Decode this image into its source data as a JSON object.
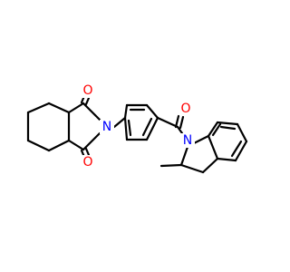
{
  "molecule": {
    "atoms": {
      "O_top": {
        "symbol": "O",
        "color": "#ff0000"
      },
      "O_bottom": {
        "symbol": "O",
        "color": "#ff0000"
      },
      "N_imide": {
        "symbol": "N",
        "color": "#0000ff"
      },
      "O_amide": {
        "symbol": "O",
        "color": "#ff0000"
      },
      "N_indoline": {
        "symbol": "N",
        "color": "#0000ff"
      }
    },
    "bond_color": "#000000",
    "background": "#ffffff"
  }
}
